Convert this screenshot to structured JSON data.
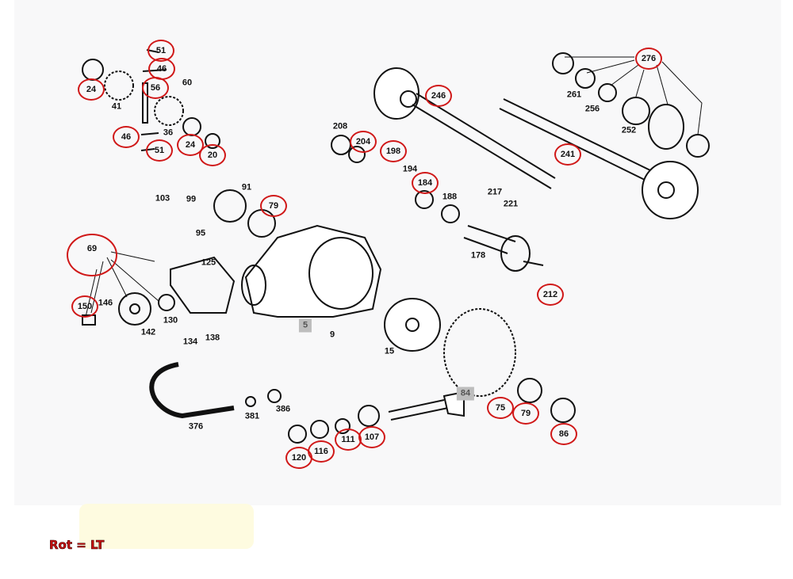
{
  "diagram": {
    "labels": [
      {
        "num": "51",
        "circled": true
      },
      {
        "num": "46",
        "circled": true
      },
      {
        "num": "24",
        "circled": true
      },
      {
        "num": "56",
        "circled": true
      },
      {
        "num": "60",
        "circled": false
      },
      {
        "num": "41",
        "circled": false
      },
      {
        "num": "36",
        "circled": false
      },
      {
        "num": "46",
        "circled": true
      },
      {
        "num": "51",
        "circled": true
      },
      {
        "num": "24",
        "circled": true
      },
      {
        "num": "20",
        "circled": true
      },
      {
        "num": "276",
        "circled": true
      },
      {
        "num": "261",
        "circled": false
      },
      {
        "num": "256",
        "circled": false
      },
      {
        "num": "252",
        "circled": false
      },
      {
        "num": "246",
        "circled": true
      },
      {
        "num": "241",
        "circled": true
      },
      {
        "num": "208",
        "circled": false
      },
      {
        "num": "204",
        "circled": true
      },
      {
        "num": "198",
        "circled": true
      },
      {
        "num": "194",
        "circled": false
      },
      {
        "num": "184",
        "circled": true
      },
      {
        "num": "188",
        "circled": false
      },
      {
        "num": "217",
        "circled": false
      },
      {
        "num": "221",
        "circled": false
      },
      {
        "num": "91",
        "circled": false
      },
      {
        "num": "79",
        "circled": true
      },
      {
        "num": "103",
        "circled": false
      },
      {
        "num": "99",
        "circled": false
      },
      {
        "num": "95",
        "circled": false
      },
      {
        "num": "69",
        "circled": true,
        "big": true
      },
      {
        "num": "125",
        "circled": false
      },
      {
        "num": "178",
        "circled": false
      },
      {
        "num": "212",
        "circled": true
      },
      {
        "num": "150",
        "circled": true
      },
      {
        "num": "146",
        "circled": false
      },
      {
        "num": "130",
        "circled": false
      },
      {
        "num": "142",
        "circled": false
      },
      {
        "num": "134",
        "circled": false
      },
      {
        "num": "138",
        "circled": false
      },
      {
        "num": "5",
        "circled": false,
        "box": true
      },
      {
        "num": "9",
        "circled": false
      },
      {
        "num": "15",
        "circled": false
      },
      {
        "num": "84",
        "circled": false,
        "box": true
      },
      {
        "num": "75",
        "circled": true
      },
      {
        "num": "79",
        "circled": true
      },
      {
        "num": "86",
        "circled": true
      },
      {
        "num": "376",
        "circled": false
      },
      {
        "num": "381",
        "circled": false
      },
      {
        "num": "386",
        "circled": false
      },
      {
        "num": "111",
        "circled": true
      },
      {
        "num": "107",
        "circled": true
      },
      {
        "num": "116",
        "circled": true
      },
      {
        "num": "120",
        "circled": true
      }
    ]
  },
  "legend": {
    "text": "Rot = LT"
  },
  "colors": {
    "highlight": "#d01818",
    "panel": "#f8f8f9",
    "note": "#fefbe0"
  }
}
